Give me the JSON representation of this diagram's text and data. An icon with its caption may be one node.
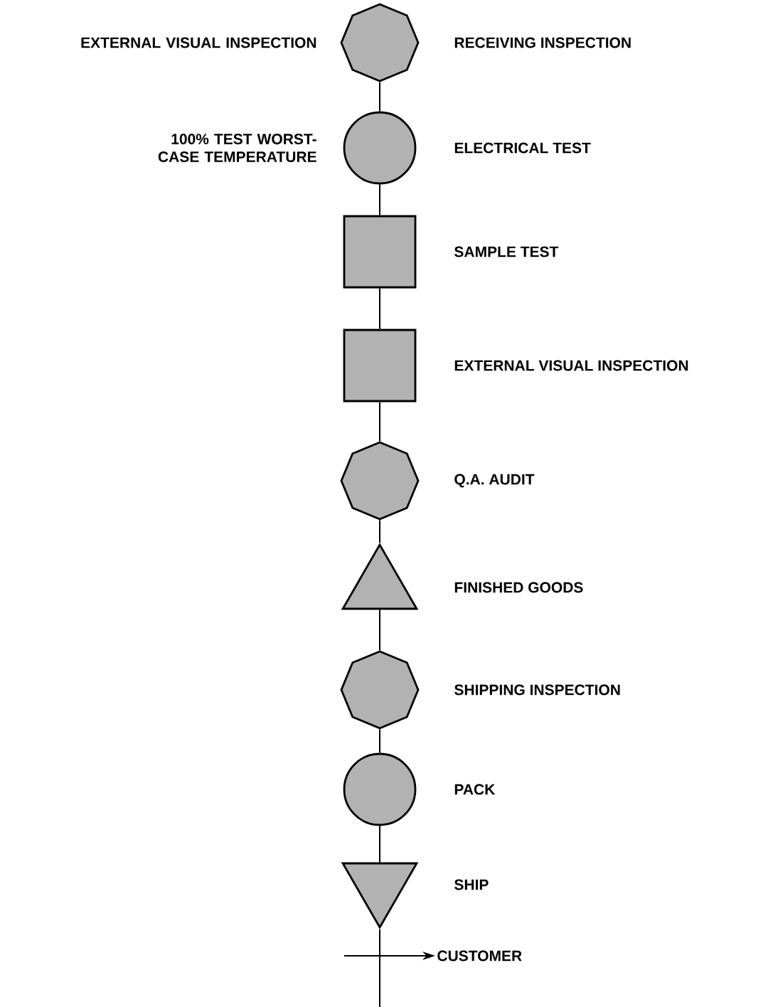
{
  "diagram": {
    "nodes": [
      {
        "text": [],
        "shape": "octagon",
        "beside": [
          "EXTERNAL VISUAL INSPECTION",
          "RECEIVING INSPECTION"
        ]
      },
      {
        "text": [],
        "shape": "circle",
        "beside": [
          "100% TEST WORST-CASE TEMPERATURE",
          "ELECTRICAL TEST"
        ]
      },
      {
        "text": [],
        "shape": "box",
        "beside": [
          "SAMPLE TEST"
        ]
      },
      {
        "text": [],
        "shape": "box",
        "beside": [
          "EXTERNAL VISUAL INSPECTION"
        ]
      },
      {
        "text": [],
        "shape": "octagon",
        "beside": [
          "Q.A. AUDIT"
        ]
      },
      {
        "text": [],
        "shape": "triangle",
        "beside": [
          "FINISHED GOODS"
        ]
      },
      {
        "text": [],
        "shape": "octagon",
        "beside": [
          "SHIPPING INSPECTION"
        ]
      },
      {
        "text": [],
        "shape": "circle",
        "beside": [
          "PACK"
        ]
      },
      {
        "text": [],
        "shape": "triangle",
        "beside": [
          "SHIP"
        ]
      },
      {
        "text": [
          "CUSTOMER"
        ]
      }
    ],
    "edges": [
      {
        "from": 0,
        "to": 1,
        "arrow": "none"
      },
      {
        "from": 1,
        "to": 2,
        "arrow": "none"
      },
      {
        "from": 2,
        "to": 3,
        "arrow": "none"
      },
      {
        "from": 3,
        "to": 4,
        "arrow": "none"
      },
      {
        "from": 4,
        "to": 5,
        "arrow": "none"
      },
      {
        "from": 5,
        "to": 6,
        "arrow": "none"
      },
      {
        "from": 6,
        "to": 7,
        "arrow": "none"
      },
      {
        "from": 7,
        "to": 8,
        "arrow": "none"
      },
      {
        "from": 8,
        "to": null,
        "arrow": "none"
      },
      {
        "from": null,
        "to": 9,
        "arrow": "to"
      }
    ]
  }
}
